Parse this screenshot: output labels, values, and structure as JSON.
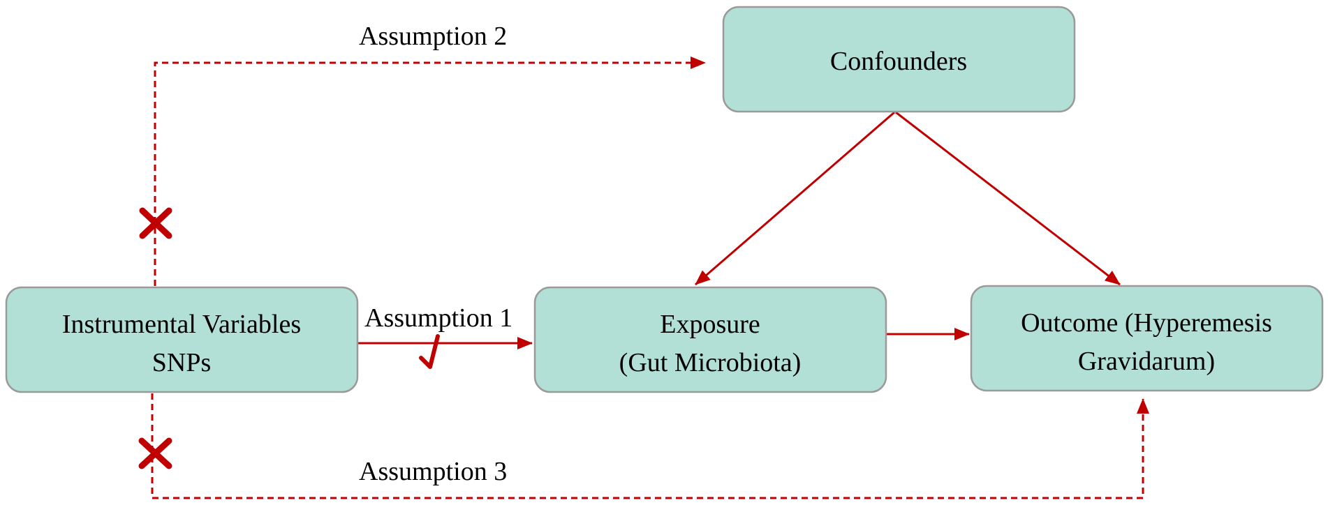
{
  "nodes": {
    "confounders": {
      "line1": "Confounders"
    },
    "instrument": {
      "line1": "Instrumental Variables",
      "line2": "SNPs"
    },
    "exposure": {
      "line1": "Exposure",
      "line2": "(Gut Microbiota)"
    },
    "outcome": {
      "line1": "Outcome (Hyperemesis",
      "line2": "Gravidarum)"
    }
  },
  "labels": {
    "assumption1": "Assumption 1",
    "assumption2": "Assumption 2",
    "assumption3": "Assumption 3"
  },
  "colors": {
    "node_fill": "#b2e0d6",
    "node_border": "#9a9a9a",
    "arrow": "#c00000"
  },
  "marks": {
    "assumption1": "check-icon",
    "assumption2": "cross-icon",
    "assumption3": "cross-icon"
  }
}
